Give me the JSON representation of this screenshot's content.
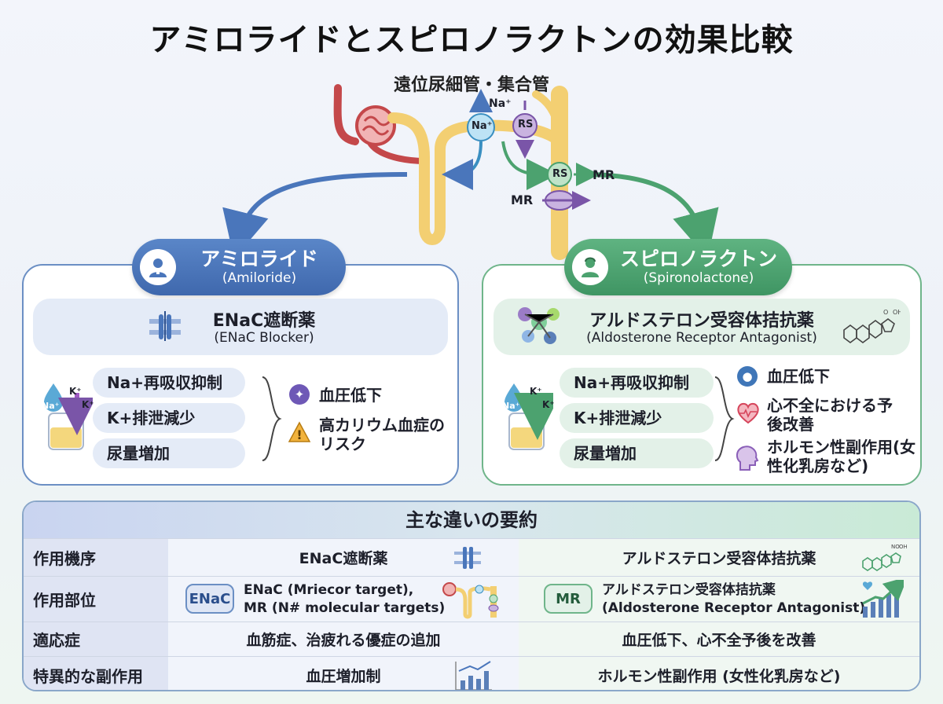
{
  "title": "アミロライドとスピロノラクトンの効果比較",
  "kidney": {
    "label": "遠位尿細管・集合管",
    "ion_na_out": "Na⁺",
    "channel_na": "Na⁺",
    "rs_top": "RS",
    "rs_mid": "RS",
    "mr_right": "MR",
    "mr_left": "MR"
  },
  "amiloride": {
    "name": "アミロライド",
    "name_en": "(Amiloride)",
    "class": "ENaC遮断薬",
    "class_en": "(ENaC Blocker)",
    "diagram_na": "Na⁺",
    "diagram_k1": "K⁺",
    "diagram_k2": "K⁺",
    "effects": [
      "Na+再吸収抑制",
      "K+排泄減少",
      "尿量増加"
    ],
    "results": [
      "血圧低下",
      "高カリウム血症のリスク"
    ]
  },
  "spironolactone": {
    "name": "スピロノラクトン",
    "name_en": "(Spironolactone)",
    "class": "アルドステロン受容体拮抗薬",
    "class_en": "(Aldosterone Receptor Antagonist)",
    "diagram_na": "Na⁺",
    "diagram_k1": "K⁺",
    "diagram_k2": "K⁺",
    "effects": [
      "Na+再吸収抑制",
      "K+排泄減少",
      "尿量増加"
    ],
    "results": [
      "血圧低下",
      "心不全における予後改善",
      "ホルモン性副作用(女性化乳房など)"
    ]
  },
  "summary": {
    "title": "主な違いの要約",
    "rows": [
      {
        "label": "作用機序",
        "amiloride": "ENaC遮断薬",
        "spironolactone": "アルドステロン受容体拮抗薬"
      },
      {
        "label": "作用部位",
        "amiloride_tag": "ENaC",
        "amiloride_line1": "ENaC (Mriecor target),",
        "amiloride_line2": "MR (N# molecular targets)",
        "spironolactone_tag": "MR",
        "spironolactone_line1": "アルドステロン受容体拮抗薬",
        "spironolactone_line2": "(Aldosterone Receptor Antagonist)"
      },
      {
        "label": "適応症",
        "amiloride": "血筋症、治疲れる優症の追加",
        "spironolactone": "血圧低下、心不全予後を改善"
      },
      {
        "label": "特異的な副作用",
        "amiloride": "血圧増加制",
        "spironolactone": "ホルモン性副作用 (女性化乳房など)"
      }
    ]
  },
  "colors": {
    "amiloride": "#4a76bb",
    "spironolactone": "#4ca26f",
    "tubule": "#f3cf72",
    "artery": "#c4484a"
  }
}
